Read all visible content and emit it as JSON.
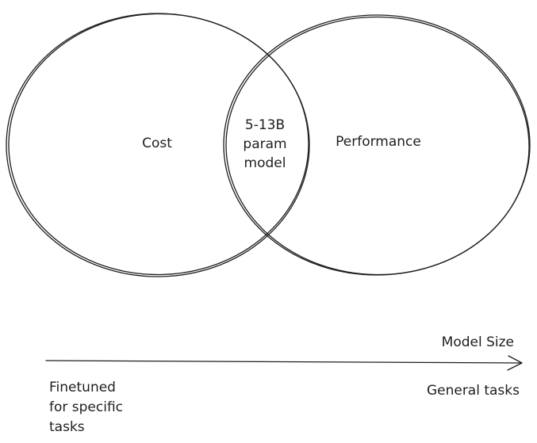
{
  "venn": {
    "left_label": "Cost",
    "right_label": "Performance",
    "overlap_label": [
      "5-13B",
      "param",
      "model"
    ]
  },
  "axis": {
    "title": "Model Size",
    "left_end_label": [
      "Finetuned",
      "for specific",
      "tasks"
    ],
    "right_end_label": "General tasks"
  }
}
